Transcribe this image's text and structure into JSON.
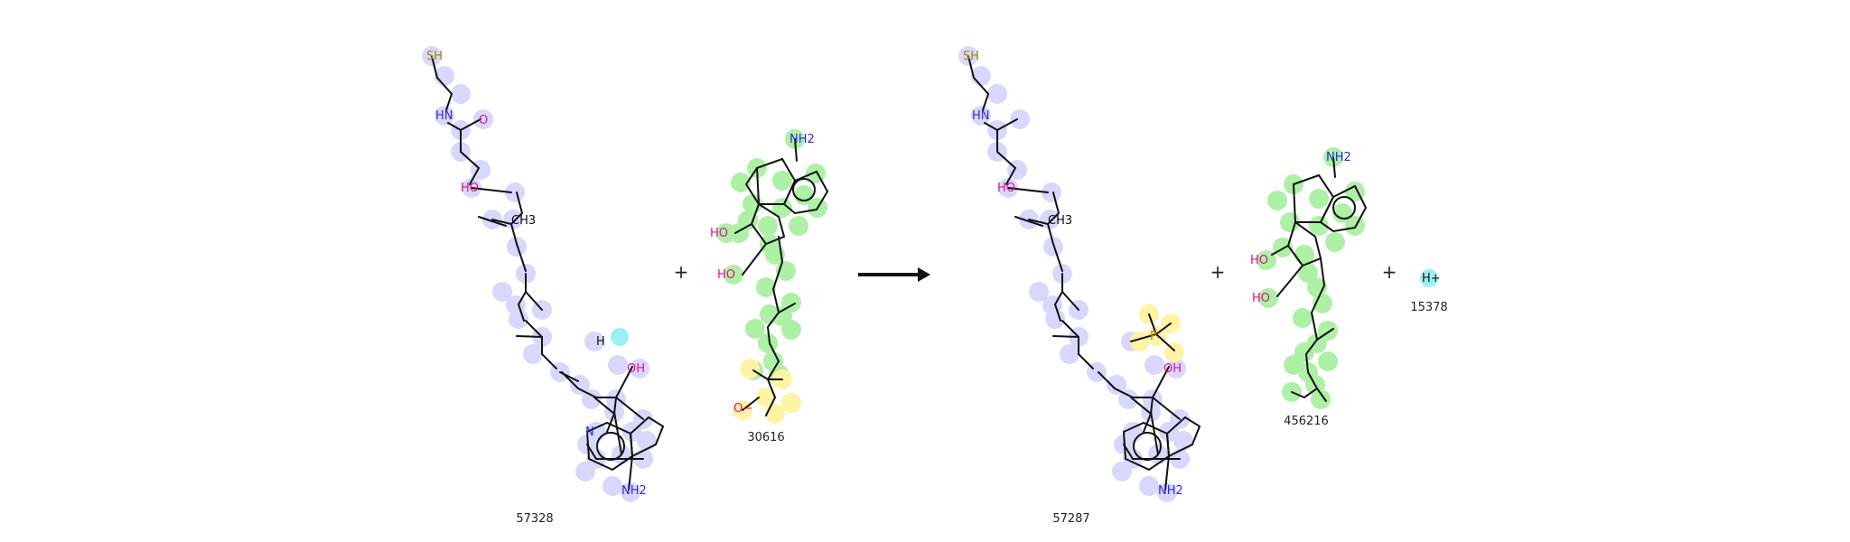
{
  "reaction": {
    "operators": {
      "plus": "+"
    },
    "colors": {
      "purple_hl": "#d9d7fb",
      "green_hl": "#aef0a6",
      "yellow_hl": "#fff3a6",
      "cyan_hl": "#9bf0f2",
      "bond": "#111111",
      "oxygen": "#d9148c",
      "nitrogen": "#2b2bd9",
      "sulfur": "#9c8b00",
      "phosphorus": "#c07b00",
      "green_bond": "#1bbd2a"
    },
    "reactants": [
      {
        "id": "57328"
      },
      {
        "id": "30616"
      }
    ],
    "products": [
      {
        "id": "57287"
      },
      {
        "id": "456216"
      },
      {
        "id": "15378"
      }
    ],
    "atom_labels": {
      "sh": "SH",
      "hn": "HN",
      "ho": "HO",
      "oh": "OH",
      "ch3": "CH3",
      "o": "O",
      "o_minus": "O−",
      "p": "P",
      "n": "N",
      "nh2": "NH2",
      "h": "H",
      "h_plus": "H+"
    }
  }
}
